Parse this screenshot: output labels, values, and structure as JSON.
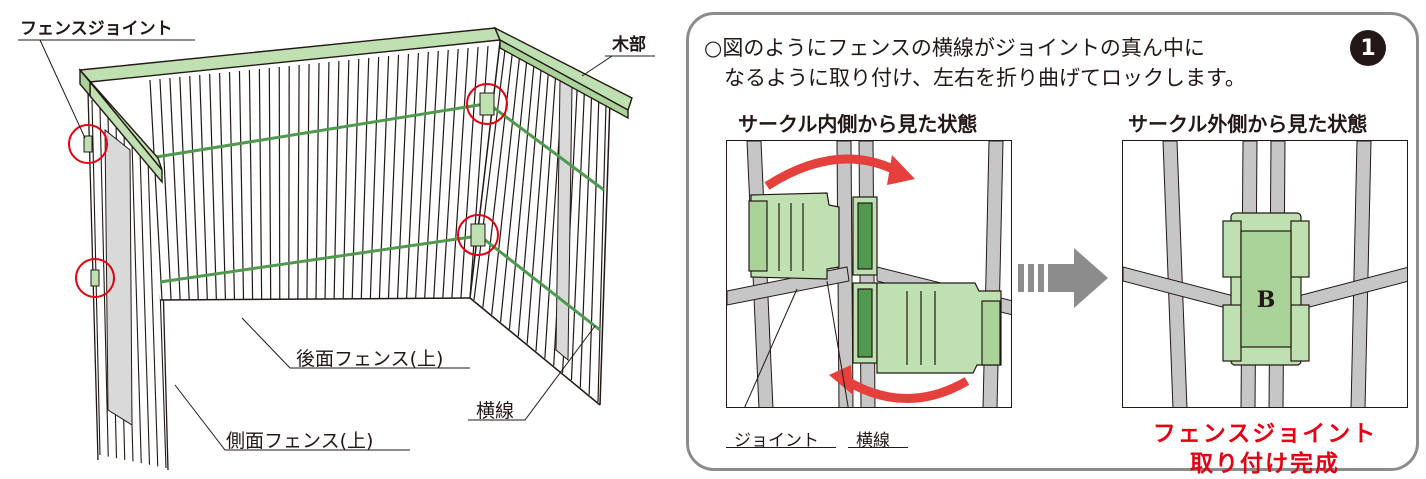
{
  "labels": {
    "fence_joint": "フェンスジョイント",
    "wood_part": "木部",
    "rear_fence": "後面フェンス(上)",
    "side_fence": "側面フェンス(上)",
    "crossbar_left": "横線",
    "joint_bottom": "ジョイント",
    "crossbar_bottom": "横線"
  },
  "instruction": {
    "line1": "○図のようにフェンスの横線がジョイントの真ん中に",
    "line2": "なるように取り付け、左右を折り曲げてロックします。",
    "step": "1"
  },
  "views": {
    "inside": "サークル内側から見た状態",
    "outside": "サークル外側から見た状態"
  },
  "completion": {
    "line1": "フェンスジョイント",
    "line2": "取り付け完成"
  },
  "logo_text": "B",
  "colors": {
    "joint_green": "#bfe0b0",
    "joint_dark": "#4f9a4f",
    "highlight_red": "#e50012",
    "wire_gray": "#c6c6c6",
    "panel_border": "#8c8c8c"
  }
}
